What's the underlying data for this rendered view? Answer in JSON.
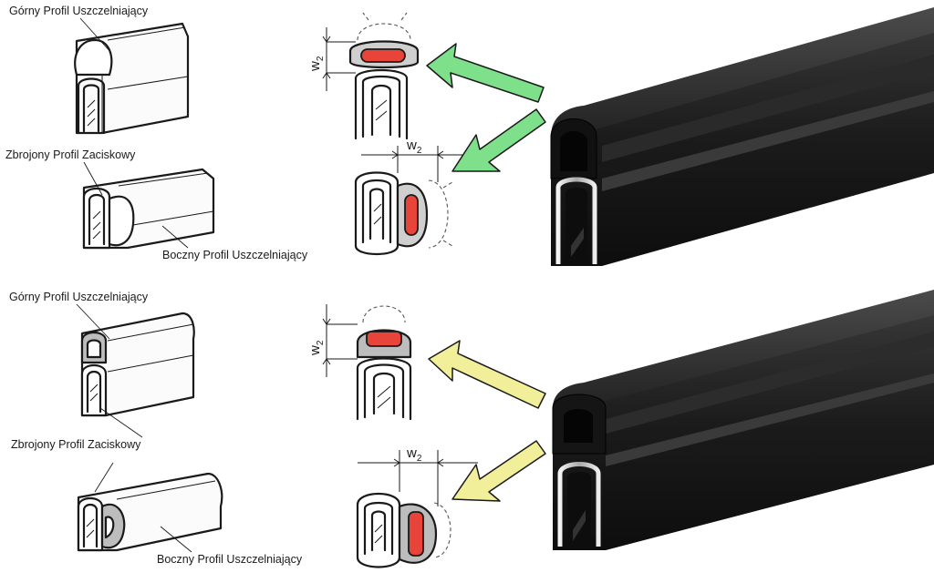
{
  "panels": [
    {
      "id": "reinforced",
      "label_top": "Górny Profil Uszczelniający",
      "label_clamp": "Zbrojony Profil Zaciskowy",
      "label_side": "Boczny Profil Uszczelniający",
      "dimension_top": "w",
      "dimension_top_sub": "2",
      "dimension_side": "w",
      "dimension_side_sub": "2",
      "arrow_color": "#7ee08a"
    },
    {
      "id": "plain",
      "label_top": "Górny Profil Uszczelniający",
      "label_clamp": "Zbrojony Profil Zaciskowy",
      "label_side": "Boczny Profil Uszczelniający",
      "dimension_top": "w",
      "dimension_top_sub": "2",
      "dimension_side": "w",
      "dimension_side_sub": "2",
      "arrow_color": "#f2ef9a"
    }
  ],
  "colors": {
    "seal_red": "#e8443a",
    "profile_black": "#1c1c1c",
    "bulb_grey": "#bdbdbd",
    "metal": "#d9d9d9"
  }
}
